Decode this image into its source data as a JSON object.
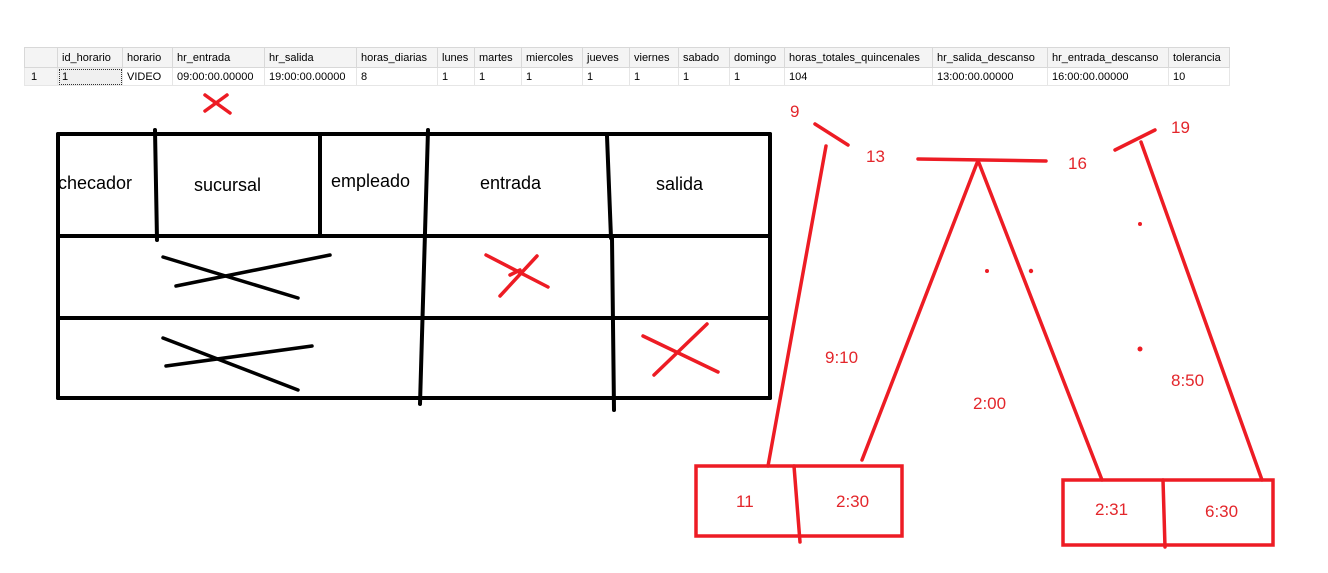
{
  "table": {
    "columns": [
      "",
      "id_horario",
      "horario",
      "hr_entrada",
      "hr_salida",
      "horas_diarias",
      "lunes",
      "martes",
      "miercoles",
      "jueves",
      "viernes",
      "sabado",
      "domingo",
      "horas_totales_quincenales",
      "hr_salida_descanso",
      "hr_entrada_descanso",
      "tolerancia"
    ],
    "rows": [
      [
        "1",
        "1",
        "VIDEO",
        "09:00:00.00000",
        "19:00:00.00000",
        "8",
        "1",
        "1",
        "1",
        "1",
        "1",
        "1",
        "1",
        "104",
        "13:00:00.00000",
        "16:00:00.00000",
        "10"
      ]
    ]
  },
  "sketch_table": {
    "headers": [
      "checador",
      "sucursal",
      "empleado",
      "entrada",
      "salida"
    ]
  },
  "timeline": {
    "times": [
      "9",
      "13",
      "16",
      "19"
    ],
    "durations": [
      "9:10",
      "2:00",
      "8:50"
    ],
    "boxes_left": [
      "11",
      "2:30"
    ],
    "boxes_right": [
      "2:31",
      "6:30"
    ]
  },
  "colors": {
    "ink_black": "#000000",
    "ink_red": "#ed1c24",
    "red_text": "#e3262b"
  }
}
